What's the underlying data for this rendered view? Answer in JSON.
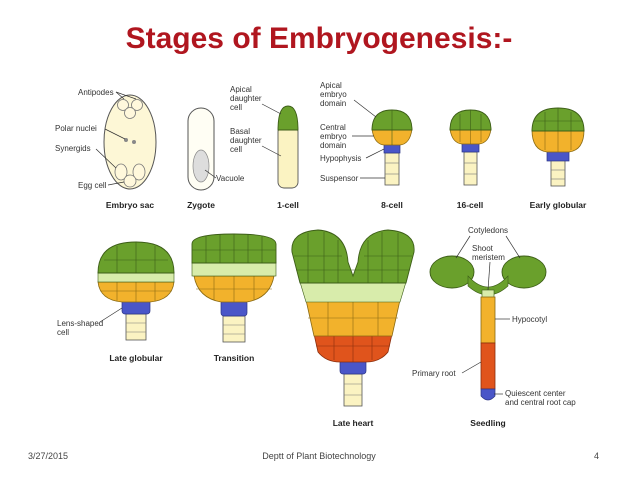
{
  "title": "Stages of Embryogenesis:-",
  "labels": {
    "antipodes": "Antipodes",
    "polar_nuclei": "Polar nuclei",
    "synergids": "Synergids",
    "egg_cell": "Egg cell",
    "vacuole": "Vacuole",
    "apical_daughter_cell": [
      "Apical",
      "daughter",
      "cell"
    ],
    "basal_daughter_cell": [
      "Basal",
      "daughter",
      "cell"
    ],
    "apical_embryo_domain": [
      "Apical",
      "embryo",
      "domain"
    ],
    "central_embryo_domain": [
      "Central",
      "embryo",
      "domain"
    ],
    "hypophysis": "Hypophysis",
    "suspensor": "Suspensor",
    "lens_shaped_cell": [
      "Lens-shaped",
      "cell"
    ],
    "cotyledons": "Cotyledons",
    "shoot_meristem": [
      "Shoot",
      "meristem"
    ],
    "hypocotyl": "Hypocotyl",
    "primary_root": "Primary root",
    "quiescent_center": [
      "Quiescent center",
      "and central root cap"
    ]
  },
  "stages": {
    "embryo_sac": "Embryo sac",
    "zygote": "Zygote",
    "one_cell": "1-cell",
    "eight_cell": "8-cell",
    "sixteen_cell": "16-cell",
    "early_globular": "Early globular",
    "late_globular": "Late globular",
    "transition": "Transition",
    "late_heart": "Late heart",
    "seedling": "Seedling"
  },
  "colors": {
    "title": "#b0161f",
    "apical": "#6aa02c",
    "central": "#f2b22c",
    "hypophysis": "#4a56c8",
    "suspensor": "#fbf3c2",
    "root": "#e0541c",
    "light_green": "#d8ecab"
  },
  "footer": {
    "date": "3/27/2015",
    "department": "Deptt of Plant Biotechnology",
    "page": "4"
  }
}
